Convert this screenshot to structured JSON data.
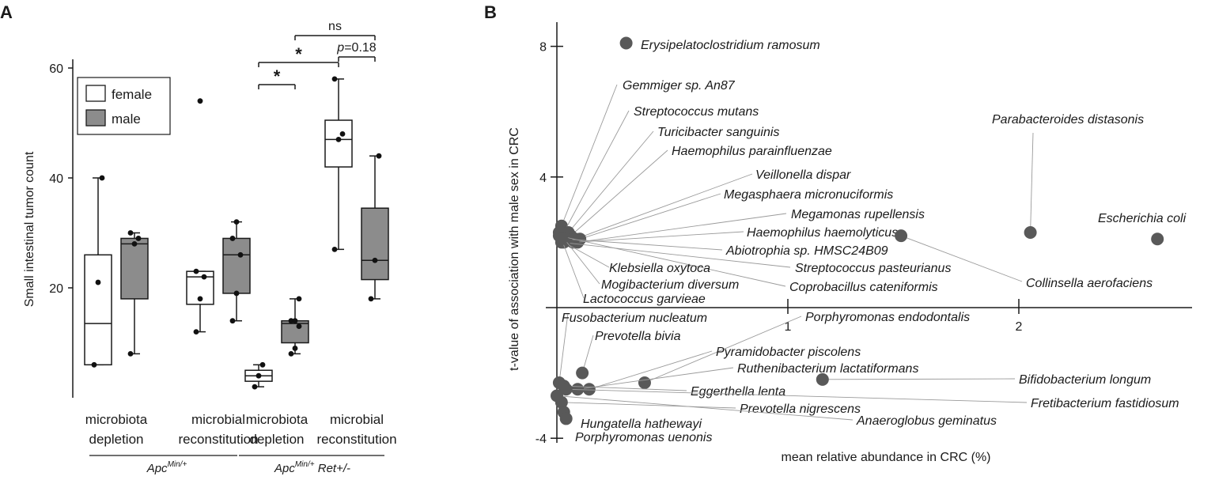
{
  "chart_data": [
    {
      "panel": "A",
      "type": "box",
      "ylabel": "Small intestinal tumor count",
      "yticks": [
        20,
        40,
        60
      ],
      "ylim": [
        0,
        61
      ],
      "legend": [
        "female",
        "male"
      ],
      "legend_position": "top-left",
      "colors": {
        "female": "#ffffff",
        "male": "#8c8c8c"
      },
      "categories": [
        {
          "label1": "microbiota",
          "label2": "depletion",
          "genotype": "A"
        },
        {
          "label1": "microbial",
          "label2": "reconstitution",
          "genotype": "A"
        },
        {
          "label1": "microbiota",
          "label2": "depletion",
          "genotype": "B"
        },
        {
          "label1": "microbial",
          "label2": "reconstitution",
          "genotype": "B"
        }
      ],
      "genotypes": {
        "A": "Apc",
        "A_sup": "Min/+",
        "B": "Apc",
        "B_sup": "Min/+",
        "B_suffix": " Ret+/-"
      },
      "boxes": [
        {
          "cat": 0,
          "sex": "female",
          "whislo": 6,
          "q1": 6,
          "med": 13.5,
          "q3": 26,
          "whishi": 40,
          "points": [
            6,
            21,
            40
          ],
          "outliers": []
        },
        {
          "cat": 0,
          "sex": "male",
          "whislo": 8,
          "q1": 18,
          "med": 28,
          "q3": 29,
          "whishi": 30,
          "points": [
            8,
            28,
            29,
            30
          ],
          "outliers": []
        },
        {
          "cat": 1,
          "sex": "female",
          "whislo": 12,
          "q1": 17,
          "med": 22,
          "q3": 23,
          "whishi": 23,
          "points": [
            12,
            18,
            22,
            23
          ],
          "outliers": [
            54
          ]
        },
        {
          "cat": 1,
          "sex": "male",
          "whislo": 14,
          "q1": 19,
          "med": 26,
          "q3": 29,
          "whishi": 32,
          "points": [
            14,
            19,
            26,
            29,
            32
          ],
          "outliers": []
        },
        {
          "cat": 2,
          "sex": "female",
          "whislo": 2,
          "q1": 3,
          "med": 4,
          "q3": 5,
          "whishi": 6,
          "points": [
            2,
            4,
            6
          ],
          "outliers": []
        },
        {
          "cat": 2,
          "sex": "male",
          "whislo": 8,
          "q1": 10,
          "med": 13.5,
          "q3": 14,
          "whishi": 18,
          "points": [
            8,
            9,
            13,
            14,
            14,
            18
          ],
          "outliers": []
        },
        {
          "cat": 3,
          "sex": "female",
          "whislo": 27,
          "q1": 42,
          "med": 47,
          "q3": 50.5,
          "whishi": 58,
          "points": [
            27,
            47,
            48,
            58
          ],
          "outliers": []
        },
        {
          "cat": 3,
          "sex": "male",
          "whislo": 18,
          "q1": 21.5,
          "med": 25,
          "q3": 34.5,
          "whishi": 44,
          "points": [
            18,
            25,
            44
          ],
          "outliers": []
        }
      ],
      "significance": [
        {
          "from": "cat2-female",
          "to": "cat2-male",
          "label": "*"
        },
        {
          "from": "cat2-female",
          "to": "cat3-female",
          "label": "*"
        },
        {
          "from": "cat2-male",
          "to": "cat3-male",
          "label": "ns"
        },
        {
          "from": "cat3-female",
          "to": "cat3-male",
          "label_italic": "p",
          "label": "=0.18"
        }
      ]
    },
    {
      "panel": "B",
      "type": "scatter",
      "xlabel": "mean relative abundance in CRC (%)",
      "ylabel": "t-value of association with male sex in CRC",
      "xticks": [
        1,
        2
      ],
      "yticks": [
        -4,
        4,
        8
      ],
      "xlim": [
        0,
        2.8
      ],
      "ylim": [
        -4.2,
        8.7
      ],
      "point_color": "#595959",
      "points": [
        {
          "x": 0.3,
          "y": 8.1,
          "label": "Erysipelatoclostridium ramosum"
        },
        {
          "x": 0.02,
          "y": 2.5,
          "label": "Gemmiger sp. An87"
        },
        {
          "x": 0.03,
          "y": 2.3,
          "label": "Streptococcus mutans"
        },
        {
          "x": 0.05,
          "y": 2.3,
          "label": "Turicibacter sanguinis"
        },
        {
          "x": 0.06,
          "y": 2.2,
          "label": "Haemophilus parainfluenzae"
        },
        {
          "x": 0.08,
          "y": 2.1,
          "label": "Veillonella dispar"
        },
        {
          "x": 0.1,
          "y": 2.1,
          "label": "Megasphaera micronuciformis"
        },
        {
          "x": 0.09,
          "y": 2.0,
          "label": "Megamonas rupellensis"
        },
        {
          "x": 0.07,
          "y": 2.0,
          "label": "Haemophilus haemolyticus"
        },
        {
          "x": 0.04,
          "y": 2.1,
          "label": "Abiotrophia sp. HMSC24B09"
        },
        {
          "x": 0.02,
          "y": 2.0,
          "label": "Streptococcus pasteurianus"
        },
        {
          "x": 0.01,
          "y": 2.2,
          "label": "Coprobacillus cateniformis"
        },
        {
          "x": 0.03,
          "y": 2.0,
          "label": "Klebsiella oxytoca"
        },
        {
          "x": 0.01,
          "y": 2.3,
          "label": "Mogibacterium diversum"
        },
        {
          "x": 0.02,
          "y": 2.1,
          "label": "Lactococcus garvieae"
        },
        {
          "x": 1.49,
          "y": 2.2,
          "label": "Collinsella aerofaciens"
        },
        {
          "x": 2.05,
          "y": 2.3,
          "label": "Parabacteroides distasonis"
        },
        {
          "x": 2.6,
          "y": 2.1,
          "label": "Escherichia coli"
        },
        {
          "x": 0.01,
          "y": -2.3,
          "label": "Fusobacterium nucleatum"
        },
        {
          "x": 0.11,
          "y": -2.0,
          "label": "Prevotella bivia"
        },
        {
          "x": 0.38,
          "y": -2.3,
          "label": "Porphyromonas endodontalis"
        },
        {
          "x": 0.14,
          "y": -2.5,
          "label": "Pyramidobacter piscolens"
        },
        {
          "x": 0.09,
          "y": -2.5,
          "label": "Ruthenibacterium lactatiformans"
        },
        {
          "x": 1.15,
          "y": -2.2,
          "label": "Bifidobacterium longum"
        },
        {
          "x": 0.03,
          "y": -2.4,
          "label": "Eggerthella lenta"
        },
        {
          "x": 0.04,
          "y": -2.5,
          "label": "Fretibacterium fastidiosum"
        },
        {
          "x": 0.02,
          "y": -2.9,
          "label": "Prevotella nigrescens"
        },
        {
          "x": 0.0,
          "y": -2.7,
          "label": "Anaeroglobus geminatus"
        },
        {
          "x": 0.03,
          "y": -3.2,
          "label": "Hungatella hathewayi"
        },
        {
          "x": 0.04,
          "y": -3.4,
          "label": "Porphyromonas uenonis"
        }
      ]
    }
  ]
}
